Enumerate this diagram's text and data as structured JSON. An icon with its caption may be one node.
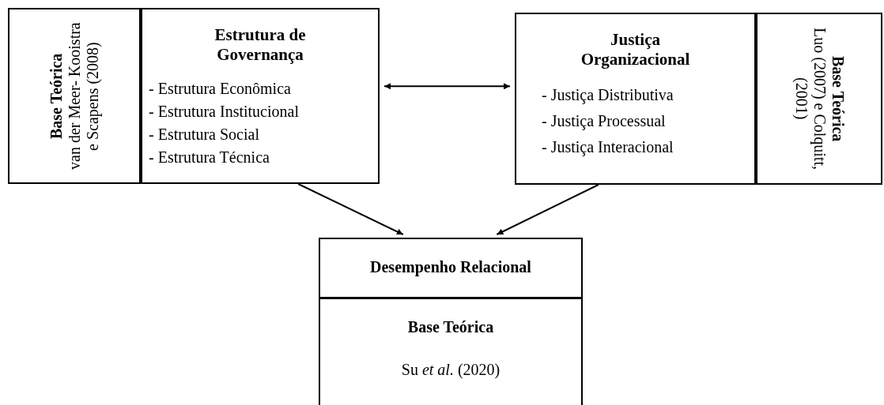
{
  "diagram": {
    "nodes": [
      {
        "text": [
          "Base Teórica",
          "van der Meer- Kooistra e Scapens (2008)"
        ]
      },
      {
        "text": [
          "Estrutura de Governança",
          "- Estrutura Econômica",
          "- Estrutura Institucional",
          "- Estrutura Social",
          "- Estrutura Técnica"
        ]
      },
      {
        "text": [
          "Justiça Organizacional",
          "- Justiça Distributiva",
          "- Justiça Processual",
          "- Justiça Interacional"
        ]
      },
      {
        "text": [
          "Base Teórica",
          "Luo (2007) e Colquitt, (2001)"
        ]
      },
      {
        "text": [
          "Desempenho Relacional"
        ]
      },
      {
        "text": [
          "Base Teórica",
          "Su *et al.* (2020)"
        ]
      }
    ],
    "edges": [
      {
        "from": 1,
        "to": 2,
        "arrow": "both"
      },
      {
        "from": 1,
        "to": 4,
        "arrow": "to"
      },
      {
        "from": 2,
        "to": 4,
        "arrow": "to"
      }
    ]
  }
}
